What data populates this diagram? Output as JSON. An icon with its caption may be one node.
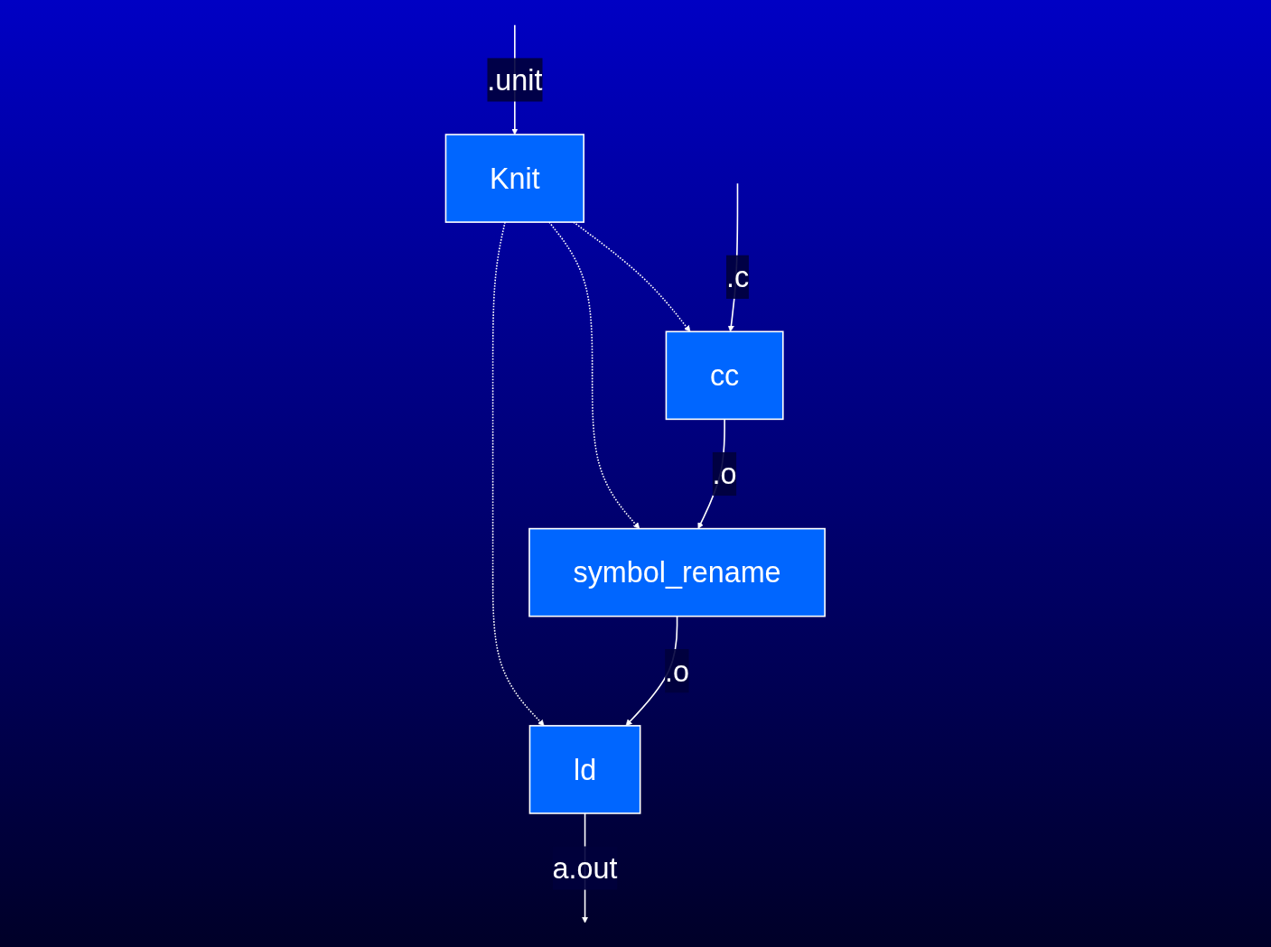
{
  "diagram": {
    "nodes": [
      {
        "text": [
          "Knit"
        ]
      },
      {
        "text": [
          "cc"
        ]
      },
      {
        "text": [
          "symbol_rename"
        ]
      },
      {
        "text": [
          "ld"
        ]
      }
    ],
    "edges": [
      {
        "from": null,
        "to": 1,
        "arrow": "to",
        "label": ".c"
      },
      {
        "from": null,
        "to": 0,
        "arrow": "to",
        "label": ".unit"
      },
      {
        "from": 0,
        "to": 1,
        "arrow": "to",
        "style": "dashed"
      },
      {
        "from": 0,
        "to": 2,
        "arrow": "to",
        "style": "dashed"
      },
      {
        "from": 0,
        "to": 3,
        "arrow": "to",
        "style": "dashed"
      },
      {
        "from": 1,
        "to": 2,
        "arrow": "to",
        "label": ".o"
      },
      {
        "from": 2,
        "to": 3,
        "arrow": "to",
        "label": ".o"
      },
      {
        "from": 3,
        "to": null,
        "arrow": "to",
        "label": "a.out"
      }
    ]
  }
}
